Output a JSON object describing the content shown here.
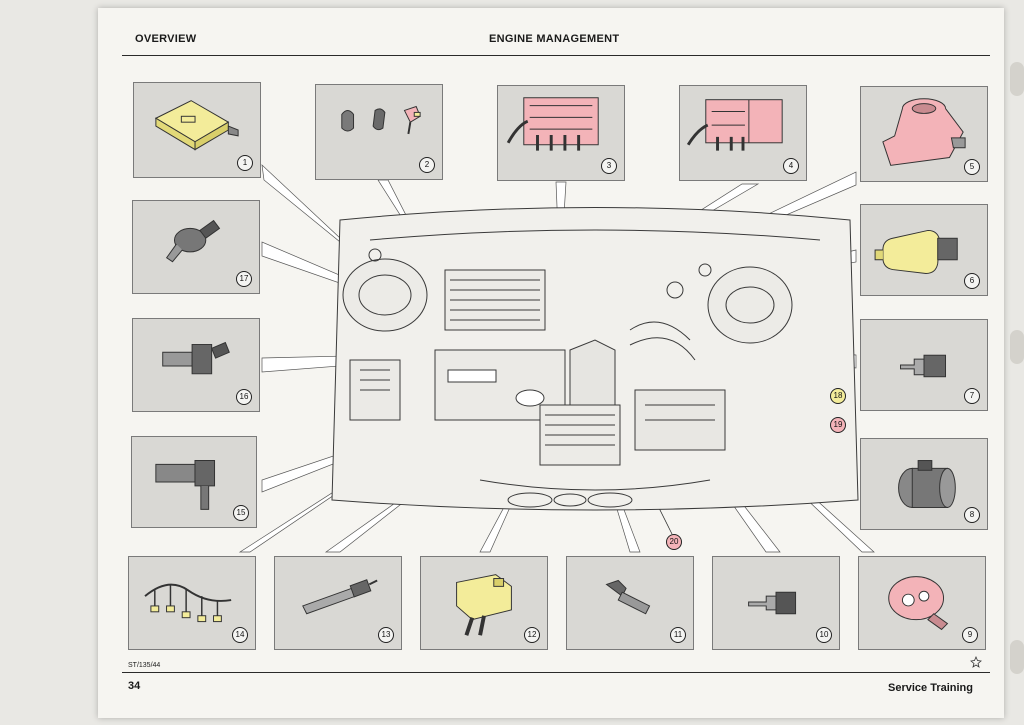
{
  "header": {
    "section": "OVERVIEW",
    "title": "ENGINE MANAGEMENT"
  },
  "footer": {
    "ref": "ST/135/44",
    "page_number": "34",
    "brand": "Service Training"
  },
  "colors": {
    "yellow": "#f3ec9a",
    "pink": "#f3b3b8",
    "panel": "#d9d8d4"
  },
  "components": [
    {
      "n": "1"
    },
    {
      "n": "2"
    },
    {
      "n": "3"
    },
    {
      "n": "4"
    },
    {
      "n": "5"
    },
    {
      "n": "6"
    },
    {
      "n": "7"
    },
    {
      "n": "8"
    },
    {
      "n": "9"
    },
    {
      "n": "10"
    },
    {
      "n": "11"
    },
    {
      "n": "12"
    },
    {
      "n": "13"
    },
    {
      "n": "14"
    },
    {
      "n": "15"
    },
    {
      "n": "16"
    },
    {
      "n": "17"
    }
  ],
  "engine_callouts": [
    {
      "n": "18"
    },
    {
      "n": "19"
    },
    {
      "n": "20"
    }
  ]
}
